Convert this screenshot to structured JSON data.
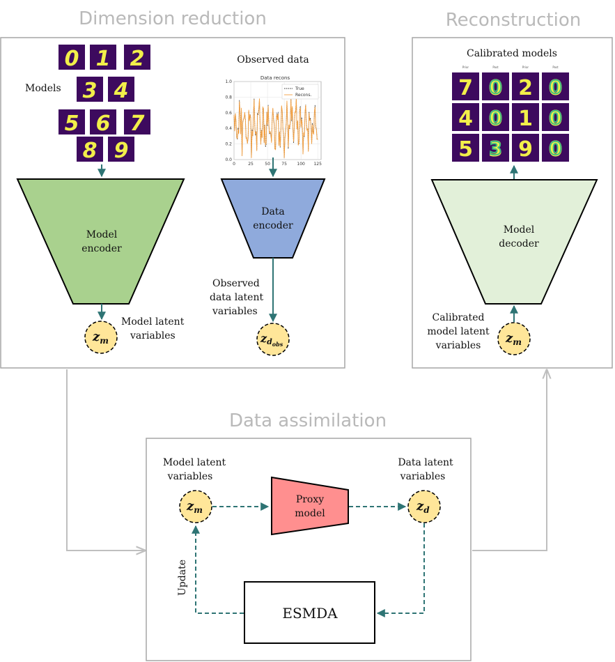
{
  "sections": {
    "dimension_reduction": "Dimension reduction",
    "reconstruction": "Reconstruction",
    "data_assimilation": "Data assimilation"
  },
  "models_label": "Models",
  "model_digits": [
    "0",
    "1",
    "2",
    "3",
    "4",
    "5",
    "6",
    "7",
    "8",
    "9"
  ],
  "observed_data_label": "Observed data",
  "plot": {
    "title": "Data recons",
    "legend_true": "True",
    "legend_recons": "Recons.",
    "y_ticks": [
      "1.0",
      "0.8",
      "0.6",
      "0.4",
      "0.2",
      "0.0"
    ],
    "x_ticks": [
      "0",
      "25",
      "50",
      "75",
      "100",
      "125"
    ]
  },
  "model_encoder": [
    "Model",
    "encoder"
  ],
  "data_encoder": [
    "Data",
    "encoder"
  ],
  "model_latent": [
    "Model latent",
    "variables"
  ],
  "observed_latent": [
    "Observed",
    "data latent",
    "variables"
  ],
  "z_m": "z",
  "z_m_sub": "m",
  "z_d_sub": "d",
  "z_dobs_sub": "d",
  "z_dobs_subsub": "obs",
  "calibrated_models_label": "Calibrated models",
  "calibrated_digits": [
    "7",
    "0",
    "2",
    "0",
    "4",
    "0",
    "1",
    "0",
    "5",
    "3",
    "9",
    "0"
  ],
  "calibrated_headers": [
    "Prior",
    "Post",
    "Prior",
    "Post"
  ],
  "model_decoder": [
    "Model",
    "decoder"
  ],
  "calibrated_latent": [
    "Calibrated",
    "model latent",
    "variables"
  ],
  "da_model_latent": [
    "Model latent",
    "variables"
  ],
  "da_data_latent": [
    "Data latent",
    "variables"
  ],
  "proxy_model": [
    "Proxy",
    "model"
  ],
  "esmda": "ESMDA",
  "update": "Update",
  "colors": {
    "model_encoder": "#a9d18e",
    "data_encoder": "#8faadc",
    "model_decoder": "#e2f0d9",
    "proxy": "#ff8f8f",
    "latent": "#ffe699",
    "arrow_teal": "#2e7474",
    "connector_gray": "#bfbfbf",
    "digit_bg": "#3d0a5e"
  }
}
